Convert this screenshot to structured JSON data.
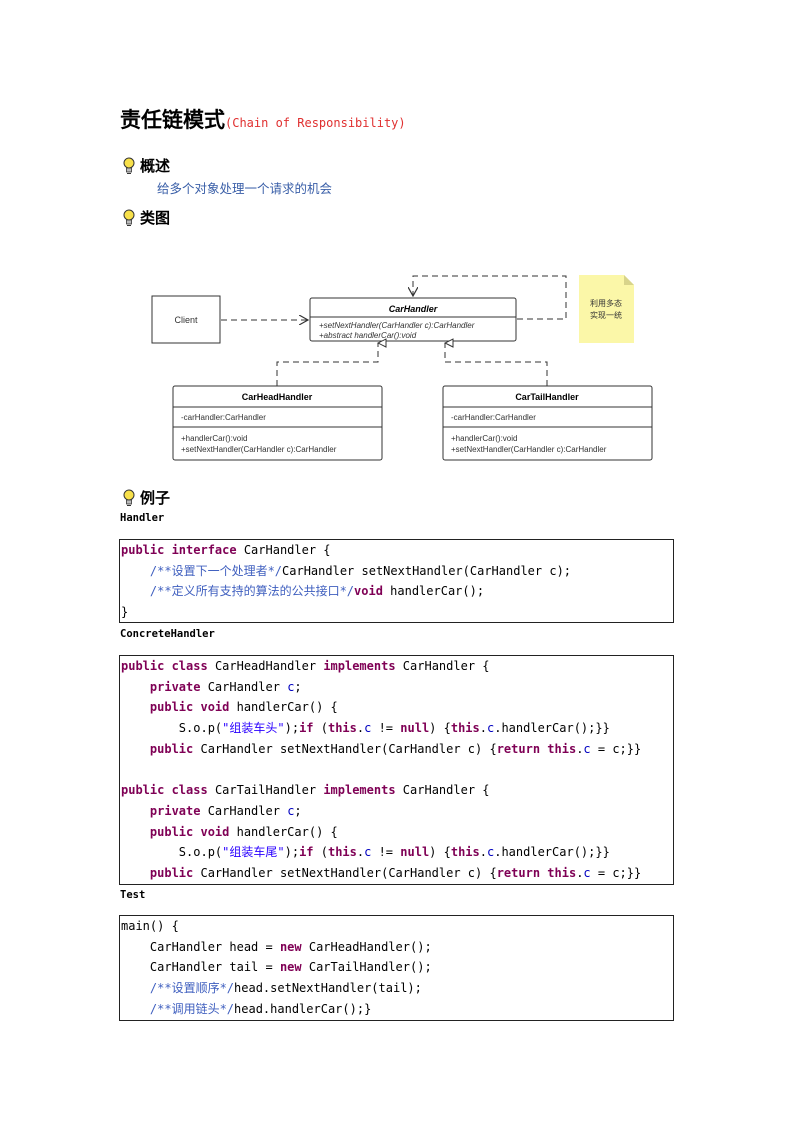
{
  "title": {
    "zh": "责任链模式",
    "en": "(Chain of Responsibility)"
  },
  "sections": {
    "overview": "概述",
    "diagram": "类图",
    "example": "例子"
  },
  "overview_text": "给多个对象处理一个请求的机会",
  "diagram": {
    "client": "Client",
    "handler_name": "CarHandler",
    "handler_methods": [
      "+setNextHandler(CarHandler c):CarHandler",
      "+abstract handlerCar():void"
    ],
    "head_name": "CarHeadHandler",
    "head_field": "-carHandler:CarHandler",
    "head_methods": [
      "+handlerCar():void",
      "+setNextHandler(CarHandler c):CarHandler"
    ],
    "tail_name": "CarTailHandler",
    "tail_field": "-carHandler:CarHandler",
    "tail_methods": [
      "+handlerCar():void",
      "+setNextHandler(CarHandler c):CarHandler"
    ],
    "note": [
      "利用多态",
      "实现一统"
    ]
  },
  "labels": {
    "handler": "Handler",
    "concrete": "ConcreteHandler",
    "test": "Test"
  },
  "code": {
    "handler": [
      [
        [
          "kw",
          "public "
        ],
        [
          "kw",
          "interface "
        ],
        [
          "nm",
          "CarHandler {"
        ]
      ],
      [
        [
          "nm",
          "    "
        ],
        [
          "cm",
          "/**设置下一个处理者*/"
        ],
        [
          "nm",
          "CarHandler setNextHandler(CarHandler c);"
        ]
      ],
      [
        [
          "nm",
          "    "
        ],
        [
          "cm",
          "/**定义所有支持的算法的公共接口*/"
        ],
        [
          "kw",
          "void "
        ],
        [
          "nm",
          "handlerCar();"
        ]
      ],
      [
        [
          "nm",
          "}"
        ]
      ]
    ],
    "concrete": [
      [
        [
          "kw",
          "public "
        ],
        [
          "kw",
          "class "
        ],
        [
          "nm",
          "CarHeadHandler "
        ],
        [
          "kw",
          "implements "
        ],
        [
          "nm",
          "CarHandler {"
        ]
      ],
      [
        [
          "nm",
          "    "
        ],
        [
          "kw",
          "private "
        ],
        [
          "nm",
          "CarHandler "
        ],
        [
          "fd",
          "c"
        ],
        [
          "nm",
          ";"
        ]
      ],
      [
        [
          "nm",
          "    "
        ],
        [
          "kw",
          "public "
        ],
        [
          "kw",
          "void "
        ],
        [
          "nm",
          "handlerCar() {"
        ]
      ],
      [
        [
          "nm",
          "        S.o.p("
        ],
        [
          "st",
          "\"组装车头\""
        ],
        [
          "nm",
          ");"
        ],
        [
          "kw",
          "if "
        ],
        [
          "nm",
          "("
        ],
        [
          "kw",
          "this"
        ],
        [
          "nm",
          "."
        ],
        [
          "fd",
          "c"
        ],
        [
          "nm",
          " != "
        ],
        [
          "kw",
          "null"
        ],
        [
          "nm",
          ") {"
        ],
        [
          "kw",
          "this"
        ],
        [
          "nm",
          "."
        ],
        [
          "fd",
          "c"
        ],
        [
          "nm",
          ".handlerCar();}}"
        ]
      ],
      [
        [
          "nm",
          "    "
        ],
        [
          "kw",
          "public "
        ],
        [
          "nm",
          "CarHandler setNextHandler(CarHandler c) {"
        ],
        [
          "kw",
          "return "
        ],
        [
          "kw",
          "this"
        ],
        [
          "nm",
          "."
        ],
        [
          "fd",
          "c"
        ],
        [
          "nm",
          " = c;}}"
        ]
      ],
      [
        [
          "nm",
          ""
        ]
      ],
      [
        [
          "kw",
          "public "
        ],
        [
          "kw",
          "class "
        ],
        [
          "nm",
          "CarTailHandler "
        ],
        [
          "kw",
          "implements "
        ],
        [
          "nm",
          "CarHandler {"
        ]
      ],
      [
        [
          "nm",
          "    "
        ],
        [
          "kw",
          "private "
        ],
        [
          "nm",
          "CarHandler "
        ],
        [
          "fd",
          "c"
        ],
        [
          "nm",
          ";"
        ]
      ],
      [
        [
          "nm",
          "    "
        ],
        [
          "kw",
          "public "
        ],
        [
          "kw",
          "void "
        ],
        [
          "nm",
          "handlerCar() {"
        ]
      ],
      [
        [
          "nm",
          "        S.o.p("
        ],
        [
          "st",
          "\"组装车尾\""
        ],
        [
          "nm",
          ");"
        ],
        [
          "kw",
          "if "
        ],
        [
          "nm",
          "("
        ],
        [
          "kw",
          "this"
        ],
        [
          "nm",
          "."
        ],
        [
          "fd",
          "c"
        ],
        [
          "nm",
          " != "
        ],
        [
          "kw",
          "null"
        ],
        [
          "nm",
          ") {"
        ],
        [
          "kw",
          "this"
        ],
        [
          "nm",
          "."
        ],
        [
          "fd",
          "c"
        ],
        [
          "nm",
          ".handlerCar();}}"
        ]
      ],
      [
        [
          "nm",
          "    "
        ],
        [
          "kw",
          "public "
        ],
        [
          "nm",
          "CarHandler setNextHandler(CarHandler c) {"
        ],
        [
          "kw",
          "return "
        ],
        [
          "kw",
          "this"
        ],
        [
          "nm",
          "."
        ],
        [
          "fd",
          "c"
        ],
        [
          "nm",
          " = c;}}"
        ]
      ]
    ],
    "test": [
      [
        [
          "nm",
          "main() {"
        ]
      ],
      [
        [
          "nm",
          "    CarHandler head = "
        ],
        [
          "kw",
          "new "
        ],
        [
          "nm",
          "CarHeadHandler();"
        ]
      ],
      [
        [
          "nm",
          "    CarHandler tail = "
        ],
        [
          "kw",
          "new "
        ],
        [
          "nm",
          "CarTailHandler();"
        ]
      ],
      [
        [
          "nm",
          "    "
        ],
        [
          "cm",
          "/**设置顺序*/"
        ],
        [
          "nm",
          "head.setNextHandler(tail);"
        ]
      ],
      [
        [
          "nm",
          "    "
        ],
        [
          "cm",
          "/**调用链头*/"
        ],
        [
          "nm",
          "head.handlerCar();}"
        ]
      ]
    ]
  }
}
